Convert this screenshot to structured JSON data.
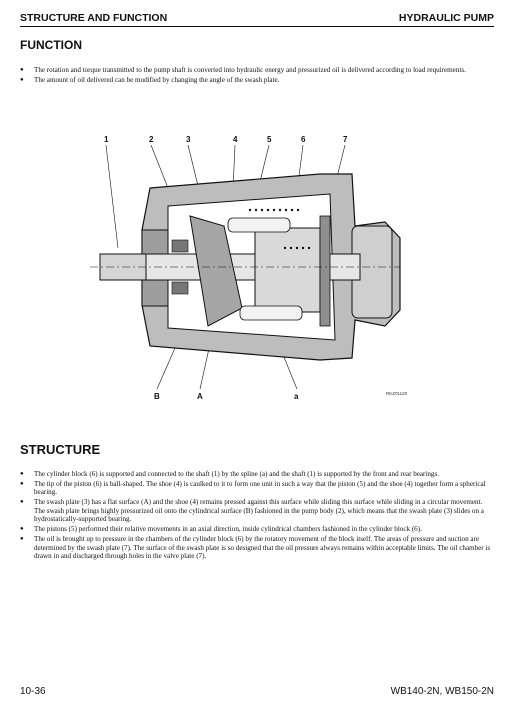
{
  "header": {
    "left": "STRUCTURE AND FUNCTION",
    "right": "HYDRAULIC PUMP"
  },
  "function": {
    "title": "FUNCTION",
    "bullets": [
      "The rotation and torque transmitted to the pump shaft is converted into hydraulic energy and pressurized oil is delivered according to load requirements.",
      "The amount of oil delivered can be modified by changing the angle of the swash plate."
    ]
  },
  "figure": {
    "callouts_top": [
      "1",
      "2",
      "3",
      "4",
      "5",
      "6",
      "7"
    ],
    "callouts_bottom": [
      "B",
      "A",
      "a"
    ],
    "code": "RKZ01120"
  },
  "structure": {
    "title": "STRUCTURE",
    "bullets": [
      "The cylinder block (6) is supported and connected to the shaft (1) by the spline (a) and the shaft (1) is supported by the front and rear bearings.",
      "The tip of the piston (6) is ball-shaped. The shoe (4) is caulked to it to form one unit in such a way that the piston (5) and the shoe (4) together form a spherical bearing.",
      "The swash plate (3) has a flat surface (A)  and the shoe (4) remains pressed against this surface while sliding this surface while sliding in a circular movement.  The swash plate brings highly pressurized oil onto the cylindrical surface (B) fashioned in the pump body (2), which means that the swash plate (3) slides on a hydrostatically-supported bearing.",
      "The pistons (5) performed their relative movements in an axial direction, inside cylindrical chambers fashioned in the cylinder block (6).",
      "The oil is brought up to pressure in the chambers of the cylinder block (6) by the rotatory movement of the block itself. The areas of pressure and suction are determined by the swash plate (7). The surface of the swash plate is so designed that the oil pressure always remains within acceptable limits. The oil chamber is drawn in and discharged through holes in the valve plate (7)."
    ]
  },
  "footer": {
    "page": "10-36",
    "model": "WB140-2N, WB150-2N"
  }
}
